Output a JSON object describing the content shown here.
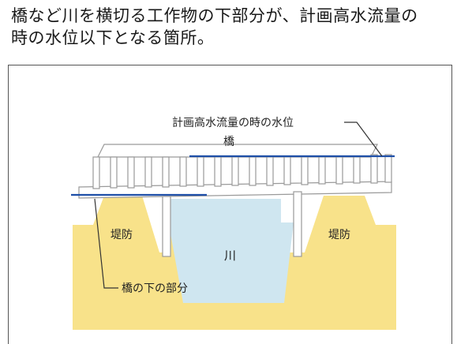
{
  "caption": {
    "line1": "橋など川を横切る工作物の下部分が、計画高水流量の",
    "line2": "時の水位以下となる箇所。"
  },
  "diagram": {
    "water_level_label": "計画高水流量の時の水位",
    "bridge_label": "橋",
    "left_embankment_label": "堤防",
    "right_embankment_label": "堤防",
    "river_label": "川",
    "bridge_underside_label": "橋の下の部分"
  },
  "colors": {
    "ground": "#f8e28a",
    "water": "#cfe6f0",
    "water_line": "#1e4fa8",
    "bridge_fill": "#ffffff",
    "bridge_stroke": "#9a9a9a",
    "frame": "#555555"
  }
}
